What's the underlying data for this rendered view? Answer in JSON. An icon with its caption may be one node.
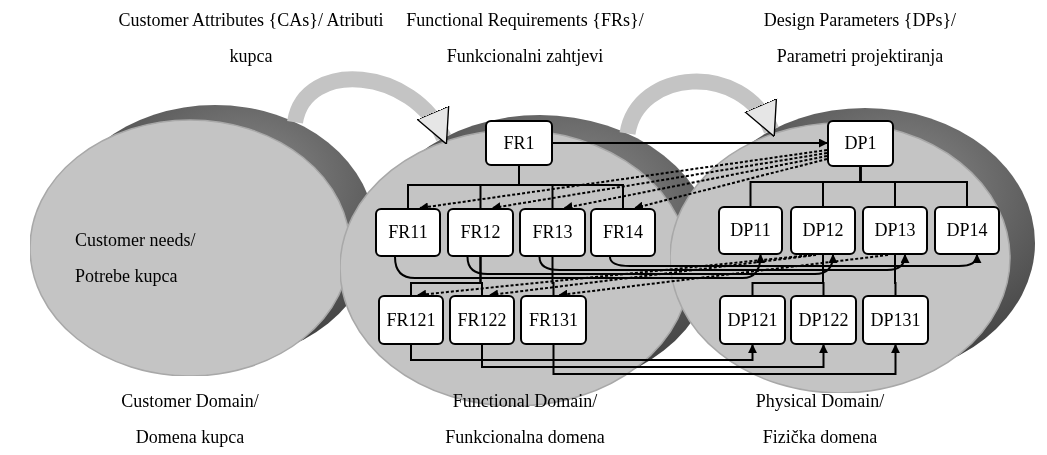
{
  "diagram": {
    "nodes": [
      {
        "text": [
          "Customer Attributes {CAs}/ Atributi kupca",
          "Customer needs/ Potrebe kupca",
          "Customer Domain/ Domena kupca"
        ]
      },
      {
        "text": [
          "Functional Requirements {FRs}/ Funkcionalni zahtjevi",
          "Functional Domain/ Funkcionalna domena"
        ]
      },
      {
        "text": [
          "Design Parameters {DPs}/ Parametri projektiranja",
          "Physical Domain/ Fizička domena"
        ]
      },
      {
        "text": [
          "FR1"
        ],
        "in": 1
      },
      {
        "text": [
          "FR11"
        ],
        "in": 1
      },
      {
        "text": [
          "FR12"
        ],
        "in": 1
      },
      {
        "text": [
          "FR13"
        ],
        "in": 1
      },
      {
        "text": [
          "FR14"
        ],
        "in": 1
      },
      {
        "text": [
          "FR121"
        ],
        "in": 1
      },
      {
        "text": [
          "FR122"
        ],
        "in": 1
      },
      {
        "text": [
          "FR131"
        ],
        "in": 1
      },
      {
        "text": [
          "DP1"
        ],
        "in": 2
      },
      {
        "text": [
          "DP11"
        ],
        "in": 2
      },
      {
        "text": [
          "DP12"
        ],
        "in": 2
      },
      {
        "text": [
          "DP13"
        ],
        "in": 2
      },
      {
        "text": [
          "DP14"
        ],
        "in": 2
      },
      {
        "text": [
          "DP121"
        ],
        "in": 2
      },
      {
        "text": [
          "DP122"
        ],
        "in": 2
      },
      {
        "text": [
          "DP131"
        ],
        "in": 2
      }
    ],
    "edges": [
      {
        "from": 0,
        "to": 1,
        "arrow": "to",
        "style": "thick",
        "color": "#c4c4c4"
      },
      {
        "from": 1,
        "to": 2,
        "arrow": "to",
        "style": "thick",
        "color": "#c4c4c4"
      },
      {
        "from": 3,
        "to": 11,
        "arrow": "to"
      },
      {
        "from": 3,
        "to": 4,
        "arrow": "none"
      },
      {
        "from": 3,
        "to": 5,
        "arrow": "none"
      },
      {
        "from": 3,
        "to": 6,
        "arrow": "none"
      },
      {
        "from": 3,
        "to": 7,
        "arrow": "none"
      },
      {
        "from": 5,
        "to": 8,
        "arrow": "none"
      },
      {
        "from": 5,
        "to": 9,
        "arrow": "none"
      },
      {
        "from": 6,
        "to": 10,
        "arrow": "none"
      },
      {
        "from": 11,
        "to": 12,
        "arrow": "none"
      },
      {
        "from": 11,
        "to": 13,
        "arrow": "none"
      },
      {
        "from": 11,
        "to": 14,
        "arrow": "none"
      },
      {
        "from": 11,
        "to": 15,
        "arrow": "none"
      },
      {
        "from": 13,
        "to": 16,
        "arrow": "none"
      },
      {
        "from": 13,
        "to": 17,
        "arrow": "none"
      },
      {
        "from": 14,
        "to": 18,
        "arrow": "none"
      },
      {
        "from": 11,
        "to": 4,
        "arrow": "to",
        "style": "dashed"
      },
      {
        "from": 11,
        "to": 5,
        "arrow": "to",
        "style": "dashed"
      },
      {
        "from": 11,
        "to": 6,
        "arrow": "to",
        "style": "dashed"
      },
      {
        "from": 11,
        "to": 7,
        "arrow": "to",
        "style": "dashed"
      },
      {
        "from": 4,
        "to": 12,
        "arrow": "to"
      },
      {
        "from": 5,
        "to": 13,
        "arrow": "to"
      },
      {
        "from": 6,
        "to": 14,
        "arrow": "to"
      },
      {
        "from": 7,
        "to": 15,
        "arrow": "to"
      },
      {
        "from": 13,
        "to": 8,
        "arrow": "to",
        "style": "dashed"
      },
      {
        "from": 13,
        "to": 9,
        "arrow": "to",
        "style": "dashed"
      },
      {
        "from": 14,
        "to": 10,
        "arrow": "to",
        "style": "dashed"
      },
      {
        "from": 8,
        "to": 16,
        "arrow": "to"
      },
      {
        "from": 9,
        "to": 17,
        "arrow": "to"
      },
      {
        "from": 10,
        "to": 18,
        "arrow": "to"
      }
    ]
  }
}
